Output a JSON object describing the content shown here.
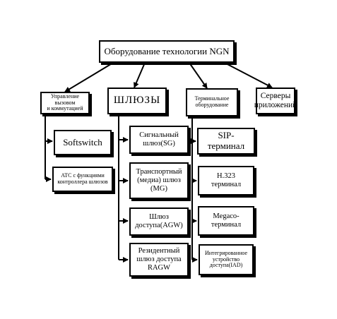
{
  "root": {
    "label": "Оборудование технологии NGN"
  },
  "categories": [
    {
      "label": "Управление вызовом\nи коммутацией"
    },
    {
      "label": "ШЛЮЗЫ"
    },
    {
      "label": "Терминальное\nоборудование"
    },
    {
      "label": "Серверы\nприложений"
    }
  ],
  "call_control": [
    {
      "label": "Softswitch"
    },
    {
      "label": "АТС с функциями\nконтроллера шлюзов"
    }
  ],
  "gateways": [
    {
      "label": "Сигнальный\nшлюз(SG)"
    },
    {
      "label": "Транспортный\n(медиа) шлюз\n(MG)"
    },
    {
      "label": "Шлюз\nдоступа(AGW)"
    },
    {
      "label": "Резидентный\nшлюз доступа\nRAGW"
    }
  ],
  "terminals": [
    {
      "label": "SIP-терминал"
    },
    {
      "label": "H.323\nтерминал"
    },
    {
      "label": "Megaco-\nтерминал"
    },
    {
      "label": "Интегрированное\nустройство\nдоступа(IAD)"
    }
  ]
}
